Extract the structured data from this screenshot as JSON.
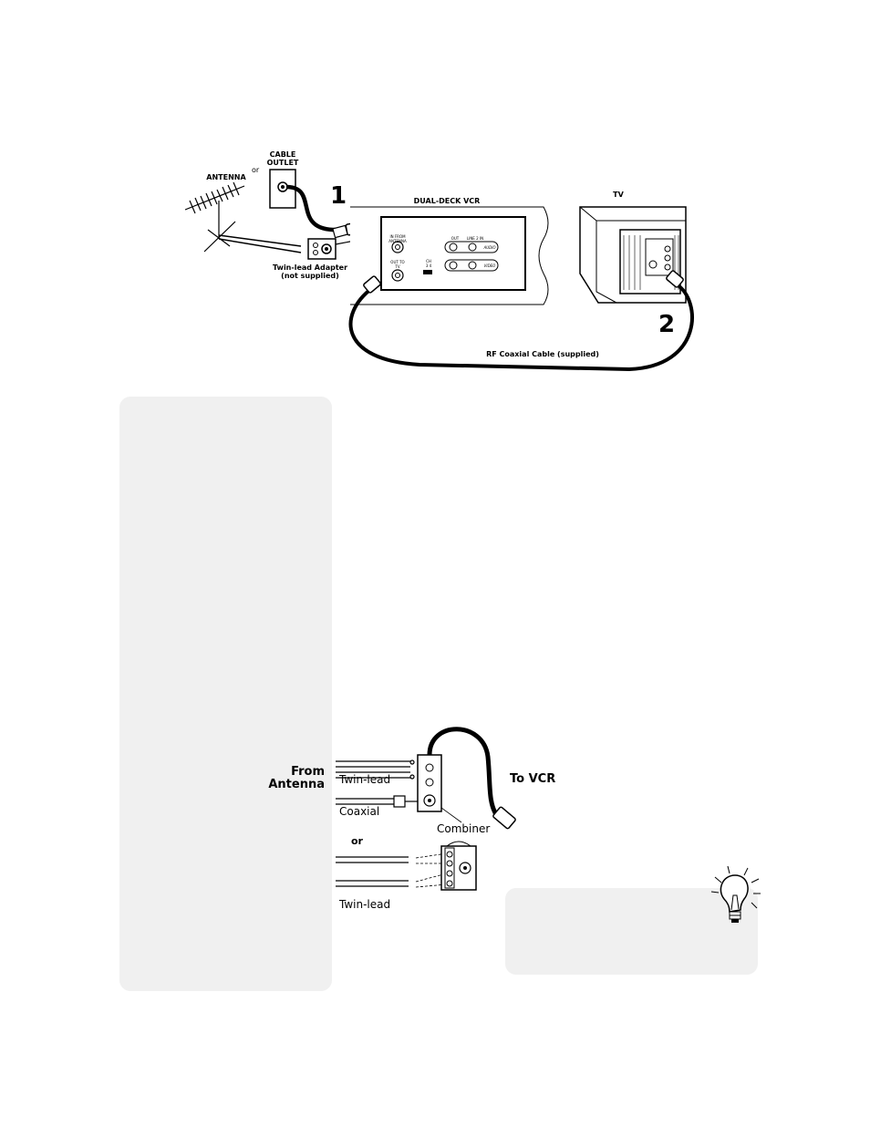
{
  "hookup": {
    "cable_outlet": "CABLE\nOUTLET",
    "or_top": "or",
    "antenna": "ANTENNA",
    "step1": "1",
    "vcr_title": "DUAL-DECK VCR",
    "tv_title": "TV",
    "twin_lead_adapter": "Twin-lead Adapter\n(not supplied)",
    "step2": "2",
    "rf_cable": "RF Coaxial Cable (supplied)",
    "vcr_in_from_antenna": "IN FROM\nANTENNA",
    "vcr_out_to_tv": "OUT TO\nTV",
    "vcr_ch": "CH\n3 4",
    "vcr_out": "OUT",
    "vcr_line2_in": "LINE 2 IN",
    "vcr_audio": "AUDIO",
    "vcr_video": "VIDEO"
  },
  "combiner": {
    "from_antenna": "From\nAntenna",
    "twin_lead_top": "Twin-lead",
    "coaxial": "Coaxial",
    "to_vcr": "To VCR",
    "combiner": "Combiner",
    "or": "or",
    "twin_lead_bottom": "Twin-lead"
  },
  "colors": {
    "panel": "#f0f0f0",
    "ink": "#000000"
  },
  "icons": {
    "tip": "lightbulb-icon"
  }
}
